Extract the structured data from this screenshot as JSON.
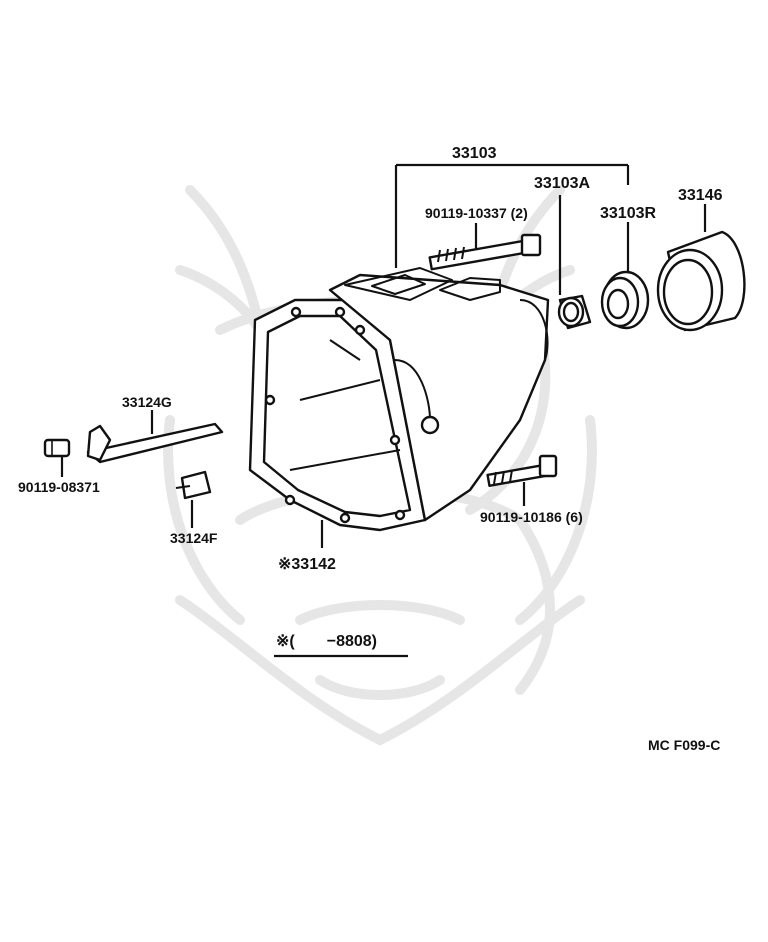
{
  "labels": {
    "assembly": "33103",
    "bushing_a": "33103A",
    "seal_r": "33103R",
    "bolt_upper": "90119-10337 (2)",
    "dust_cover": "33146",
    "lever": "33124G",
    "plug_bolt": "90119-08371",
    "clip": "33124F",
    "gasket": "※33142",
    "bolt_lower": "90119-10186 (6)",
    "note": "※(　　−8808)",
    "figure_code": "MC  F099-C"
  }
}
